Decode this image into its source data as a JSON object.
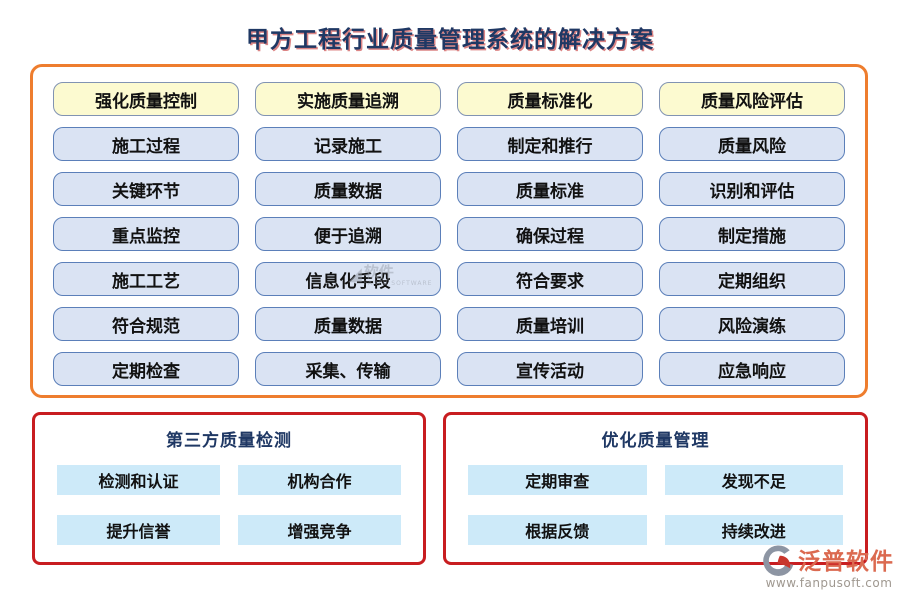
{
  "title": "甲方工程行业质量管理系统的解决方案",
  "main_panel": {
    "columns": [
      {
        "header": "强化质量控制",
        "items": [
          "施工过程",
          "关键环节",
          "重点监控",
          "施工工艺",
          "符合规范",
          "定期检查"
        ]
      },
      {
        "header": "实施质量追溯",
        "items": [
          "记录施工",
          "质量数据",
          "便于追溯",
          "信息化手段",
          "质量数据",
          "采集、传输"
        ]
      },
      {
        "header": "质量标准化",
        "items": [
          "制定和推行",
          "质量标准",
          "确保过程",
          "符合要求",
          "质量培训",
          "宣传活动"
        ]
      },
      {
        "header": "质量风险评估",
        "items": [
          "质量风险",
          "识别和评估",
          "制定措施",
          "定期组织",
          "风险演练",
          "应急响应"
        ]
      }
    ]
  },
  "bottom_panels": [
    {
      "title": "第三方质量检测",
      "items": [
        "检测和认证",
        "机构合作",
        "提升信誉",
        "增强竞争"
      ]
    },
    {
      "title": "优化质量管理",
      "items": [
        "定期审查",
        "发现不足",
        "根据反馈",
        "持续改进"
      ]
    }
  ],
  "watermark": {
    "text": "软件",
    "subtext": "FANPU SOFTWARE"
  },
  "logo": {
    "name": "泛普软件",
    "url": "www.fanpusoft.com"
  },
  "colors": {
    "title_navy": "#1F3864",
    "orange_border": "#EE7D2E",
    "red_border": "#C81D20",
    "yellow_fill": "#FCFAD0",
    "blue_fill": "#DAE3F3",
    "blue_border": "#5B7FB9",
    "lightblue_fill": "#CDEAF9",
    "logo_red": "#DB6A50"
  }
}
